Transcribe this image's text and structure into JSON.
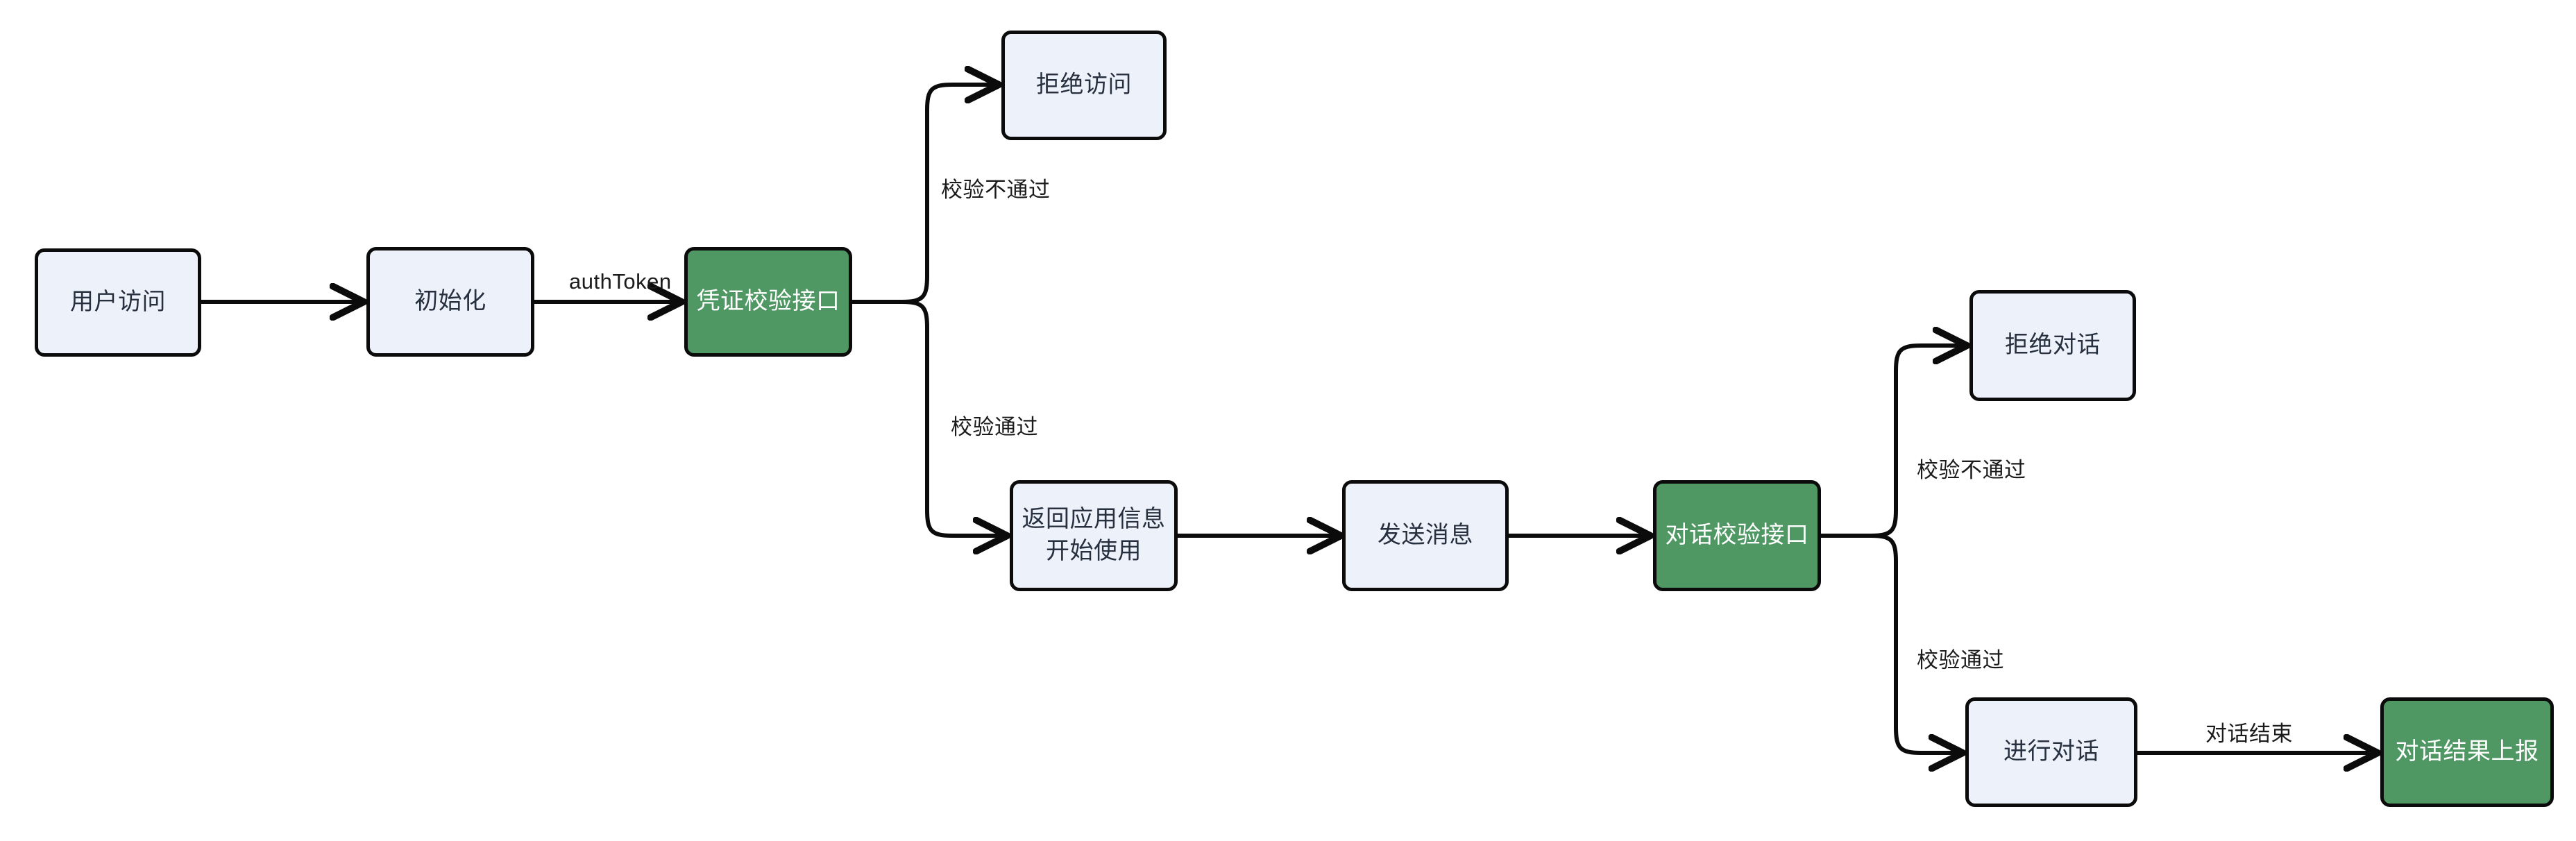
{
  "diagram": {
    "type": "flowchart",
    "title": "",
    "background_color": "#ffffff",
    "palette": {
      "node_fill_default": "#edf1fa",
      "node_fill_highlight": "#4f9864",
      "node_stroke": "#0b0b0b",
      "text_default": "#26303f",
      "text_highlight": "#ffffff",
      "edge_stroke": "#0b0b0b"
    },
    "nodes": [
      {
        "id": "user_access",
        "label": "用户访问",
        "style": "blue"
      },
      {
        "id": "init",
        "label": "初始化",
        "style": "blue"
      },
      {
        "id": "cred_verify_api",
        "label": "凭证校验接口",
        "style": "green"
      },
      {
        "id": "deny_access",
        "label": "拒绝访问",
        "style": "blue"
      },
      {
        "id": "return_app_info",
        "label": "返回应用信息\n开始使用",
        "style": "blue"
      },
      {
        "id": "send_message",
        "label": "发送消息",
        "style": "blue"
      },
      {
        "id": "chat_verify_api",
        "label": "对话校验接口",
        "style": "green"
      },
      {
        "id": "deny_chat",
        "label": "拒绝对话",
        "style": "blue"
      },
      {
        "id": "do_chat",
        "label": "进行对话",
        "style": "blue"
      },
      {
        "id": "report_result",
        "label": "对话结果上报",
        "style": "green"
      }
    ],
    "edges": [
      {
        "id": "e1",
        "from": "user_access",
        "to": "init",
        "label": ""
      },
      {
        "id": "e2",
        "from": "init",
        "to": "cred_verify_api",
        "label": "authToken"
      },
      {
        "id": "e3",
        "from": "cred_verify_api",
        "to": "deny_access",
        "label": "校验不通过"
      },
      {
        "id": "e4",
        "from": "cred_verify_api",
        "to": "return_app_info",
        "label": "校验通过"
      },
      {
        "id": "e5",
        "from": "return_app_info",
        "to": "send_message",
        "label": ""
      },
      {
        "id": "e6",
        "from": "send_message",
        "to": "chat_verify_api",
        "label": ""
      },
      {
        "id": "e7",
        "from": "chat_verify_api",
        "to": "deny_chat",
        "label": "校验不通过"
      },
      {
        "id": "e8",
        "from": "chat_verify_api",
        "to": "do_chat",
        "label": "校验通过"
      },
      {
        "id": "e9",
        "from": "do_chat",
        "to": "report_result",
        "label": "对话结束"
      }
    ],
    "edge_labels": {
      "auth_token": "authToken",
      "cred_fail": "校验不通过",
      "cred_pass": "校验通过",
      "chat_fail": "校验不通过",
      "chat_pass": "校验通过",
      "chat_end": "对话结束"
    },
    "node_labels": {
      "user_access": "用户访问",
      "init": "初始化",
      "cred_verify_api": "凭证校验接口",
      "deny_access": "拒绝访问",
      "return_app_info": "返回应用信息\n开始使用",
      "send_message": "发送消息",
      "chat_verify_api": "对话校验接口",
      "deny_chat": "拒绝对话",
      "do_chat": "进行对话",
      "report_result": "对话结果上报"
    }
  }
}
